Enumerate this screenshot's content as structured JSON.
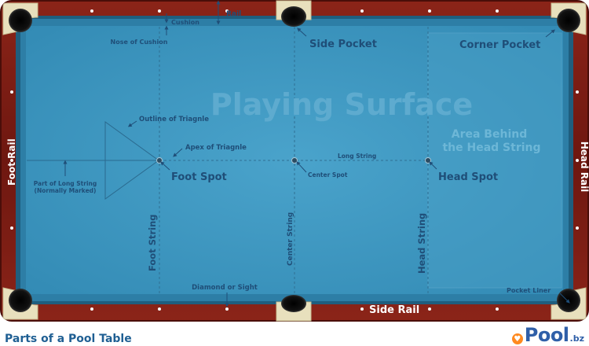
{
  "footer": {
    "title": "Parts of a Pool Table",
    "logo_main": "Pool",
    "logo_tld": ".bz"
  },
  "labels": {
    "rail": "Rail",
    "cushion": "Cushion",
    "nose_of_cushion": "Nose of Cushion",
    "side_pocket": "Side Pocket",
    "corner_pocket": "Corner Pocket",
    "playing_surface": "Playing Surface",
    "area_behind_line1": "Area Behind",
    "area_behind_line2": "the Head String",
    "outline_of_triangle": "Outline of Triagnle",
    "apex_of_triangle": "Apex of Triagnle",
    "long_string": "Long String",
    "foot_spot": "Foot Spot",
    "center_spot": "Center Spot",
    "head_spot": "Head Spot",
    "part_of_long_string_line1": "Part of Long String",
    "part_of_long_string_line2": "(Normally Marked)",
    "foot_rail": "Foot Rail",
    "head_rail": "Head Rail",
    "foot_string": "Foot String",
    "center_string": "Center String",
    "head_string": "Head String",
    "diamond_or_sight": "Diamond or Sight",
    "side_rail": "Side Rail",
    "pocket_liner": "Pocket Liner"
  },
  "colors": {
    "rail_wood": "#7a1a12",
    "cloth": "#3a95c0",
    "label_text": "#1f4e78",
    "pocket_liner": "#e8e0bd"
  }
}
